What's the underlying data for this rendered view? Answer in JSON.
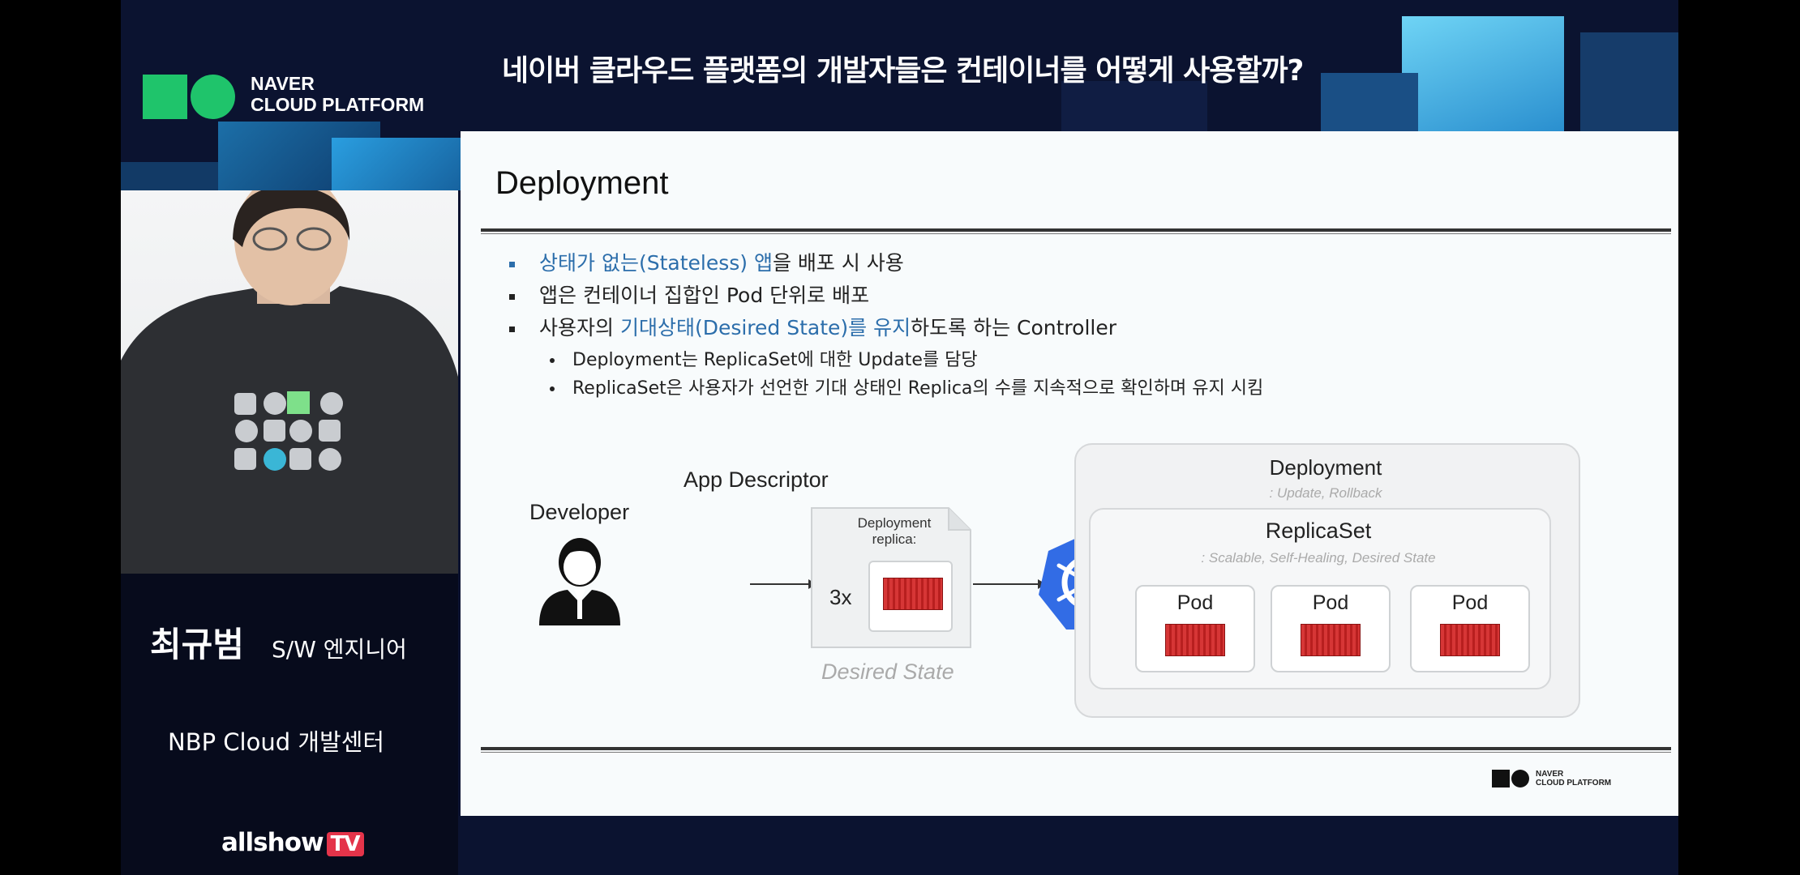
{
  "banner": {
    "logo_line1": "NAVER",
    "logo_line2": "CLOUD PLATFORM",
    "headline": "네이버 클라우드 플랫폼의 개발자들은 컨테이너를 어떻게 사용할까?"
  },
  "speaker": {
    "name": "최규범",
    "role": "S/W 엔지니어",
    "org": "NBP Cloud 개발센터",
    "channel": "allshow",
    "channel_badge": "TV"
  },
  "slide": {
    "title": "Deployment",
    "bullets": [
      {
        "pre": "",
        "highlight": "상태가 없는(Stateless) 앱",
        "post": "을 배포 시 사용"
      },
      {
        "pre": "앱은 컨테이너 집합인 Pod 단위로 배포",
        "highlight": "",
        "post": ""
      },
      {
        "pre": "사용자의 ",
        "highlight": "기대상태(Desired State)를 유지",
        "post": "하도록 하는 Controller"
      }
    ],
    "sub_bullets": [
      "Deployment는 ReplicaSet에 대한 Update를 담당",
      "ReplicaSet은 사용자가 선언한 기대 상태인 Replica의 수를 지속적으로 확인하며 유지 시킴"
    ],
    "diagram": {
      "developer": "Developer",
      "app_descriptor": "App Descriptor",
      "doc_line1": "Deployment",
      "doc_line2": "replica:",
      "multiplier": "3x",
      "desired_state": "Desired State",
      "deployment": "Deployment",
      "deployment_sub": ": Update, Rollback",
      "replicaset": "ReplicaSet",
      "replicaset_sub": ": Scalable, Self-Healing, Desired State",
      "pods": [
        "Pod",
        "Pod",
        "Pod"
      ]
    },
    "footer_logo_line1": "NAVER",
    "footer_logo_line2": "CLOUD PLATFORM"
  },
  "colors": {
    "brand_green": "#1fc46b",
    "highlight_blue": "#2c6eab",
    "k8s_blue": "#326ce5",
    "container_red": "#d63636"
  }
}
